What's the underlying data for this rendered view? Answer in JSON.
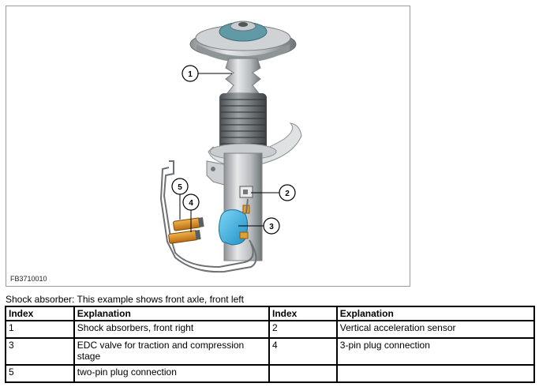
{
  "figure": {
    "id_label": "FB3710010",
    "callouts": [
      "1",
      "2",
      "3",
      "4",
      "5"
    ]
  },
  "caption": "Shock absorber: This example shows front axle, front left",
  "table": {
    "headers": [
      "Index",
      "Explanation",
      "Index",
      "Explanation"
    ],
    "rows": [
      [
        "1",
        "Shock absorbers, front right",
        "2",
        "Vertical acceleration sensor"
      ],
      [
        "3",
        "EDC valve for traction and compression stage",
        "4",
        "3-pin plug connection"
      ],
      [
        "5",
        "two-pin plug connection",
        "",
        ""
      ]
    ]
  }
}
